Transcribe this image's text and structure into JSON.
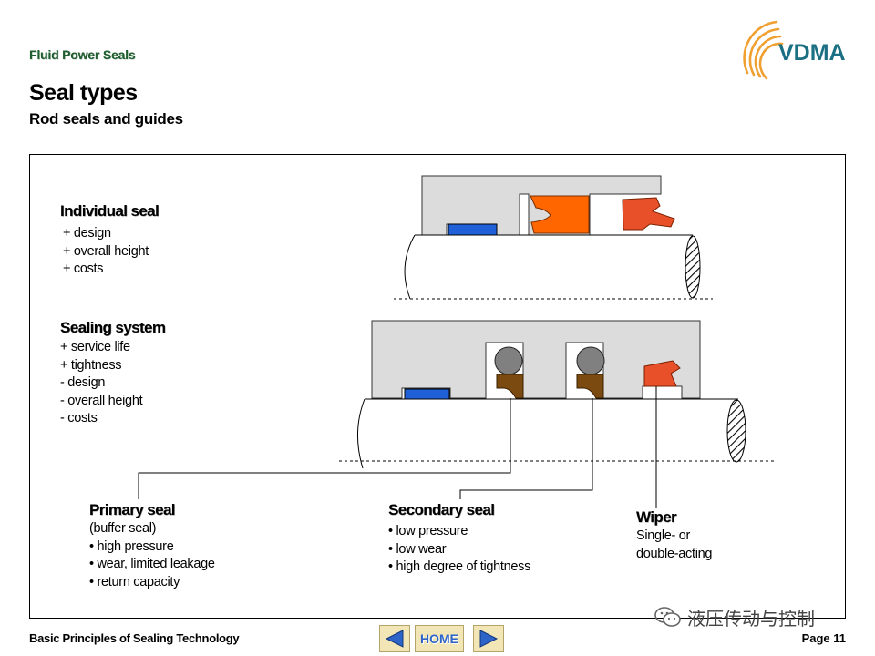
{
  "header": {
    "brand": "Fluid Power Seals",
    "title": "Seal types",
    "subtitle": "Rod seals and guides",
    "logo_text": "VDMA"
  },
  "individual": {
    "heading": "Individual seal",
    "items": [
      "+ design",
      "+ overall height",
      "+ costs"
    ]
  },
  "system": {
    "heading": "Sealing system",
    "items": [
      "+ service life",
      "+ tightness",
      "- design",
      "- overall height",
      "- costs"
    ]
  },
  "primary": {
    "heading": "Primary seal",
    "items": [
      "(buffer seal)",
      "• high pressure",
      "• wear, limited leakage",
      "• return capacity"
    ]
  },
  "secondary": {
    "heading": "Secondary seal",
    "items": [
      "• low pressure",
      "• low wear",
      "• high degree of tightness"
    ]
  },
  "wiper": {
    "heading": "Wiper",
    "items": [
      "Single- or",
      "double-acting"
    ]
  },
  "footer": {
    "left": "Basic Principles of Sealing Technology",
    "home": "HOME",
    "page": "Page 11"
  },
  "watermark": "液压传动与控制",
  "colors": {
    "housing": "#dcdcdc",
    "guide": "#1f5fd8",
    "seal_orange": "#ff6600",
    "wiper_red": "#e8502a",
    "oring_grey": "#808080",
    "backup_brown": "#7a4a10",
    "nav_arrow": "#2e64c8",
    "nav_bg": "#f3e6b6",
    "logo_teal": "#1a6f82",
    "logo_orange": "#f0a030"
  },
  "icons": {
    "prev": "left-arrow-icon",
    "next": "right-arrow-icon",
    "wechat": "wechat-icon"
  }
}
